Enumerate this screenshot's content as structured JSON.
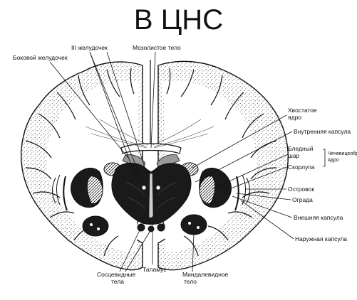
{
  "title": "В ЦНС",
  "labels": {
    "third_ventricle": "III желудочек",
    "corpus_callosum": "Мозолистое тело",
    "lateral_ventricle": "Боковой желудочек",
    "caudate_1": "Хвостатое",
    "caudate_2": "ядро",
    "internal_capsule": "Внутренняя капсула",
    "globus_pallidus_1": "Бледный",
    "globus_pallidus_2": "шар",
    "lentiform_1": "Чечевицеобразное",
    "lentiform_2": "ядро",
    "putamen": "Скорлупа",
    "insula": "Островок",
    "claustrum": "Ограда",
    "external_capsule": "Внешняя капсула",
    "extreme_capsule": "Наружная капсула",
    "mammillary_1": "Сосцевидные",
    "mammillary_2": "тела",
    "thalamus": "Таламус",
    "amygdala_1": "Миндалевидное",
    "amygdala_2": "тело"
  }
}
